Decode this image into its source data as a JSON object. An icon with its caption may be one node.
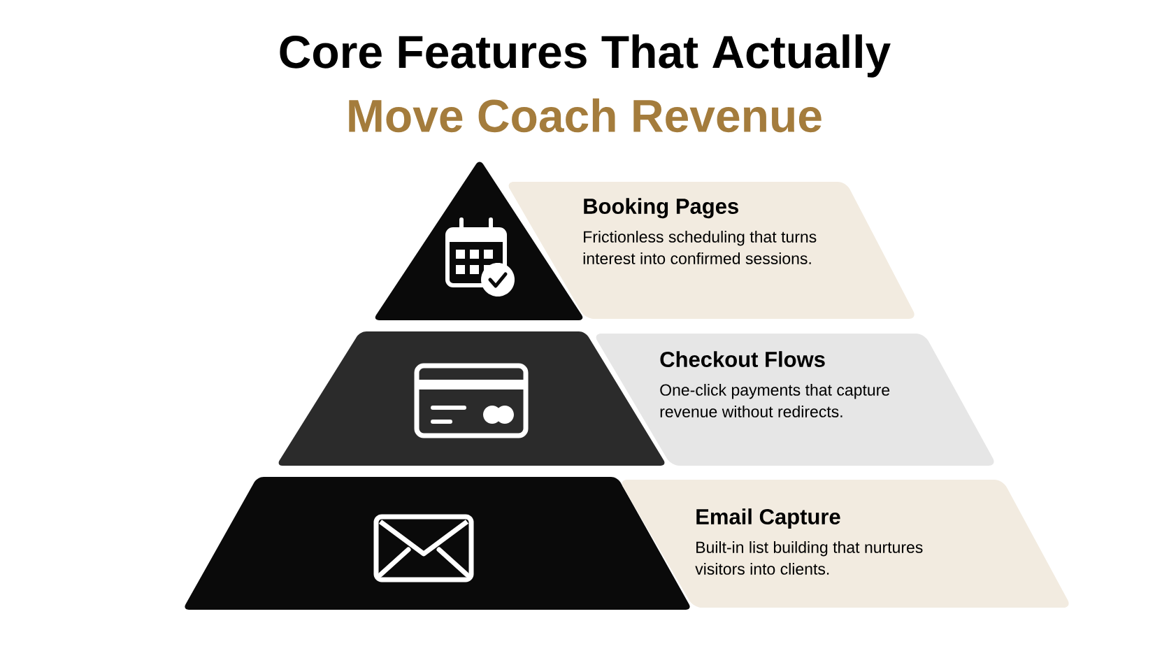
{
  "diagram": {
    "title": "Core Features That Actually",
    "nodes": [
      {
        "text": [
          "Booking Pages",
          "Frictionless scheduling that turns interest into confirmed sessions."
        ]
      },
      {
        "text": [
          "Checkout Flows",
          "One-click payments that capture revenue without redirects."
        ]
      },
      {
        "text": [
          "Email Capture",
          "Built-in list building that nurtures visitors into clients."
        ]
      }
    ],
    "labels": [
      "Move Coach Revenue"
    ]
  }
}
